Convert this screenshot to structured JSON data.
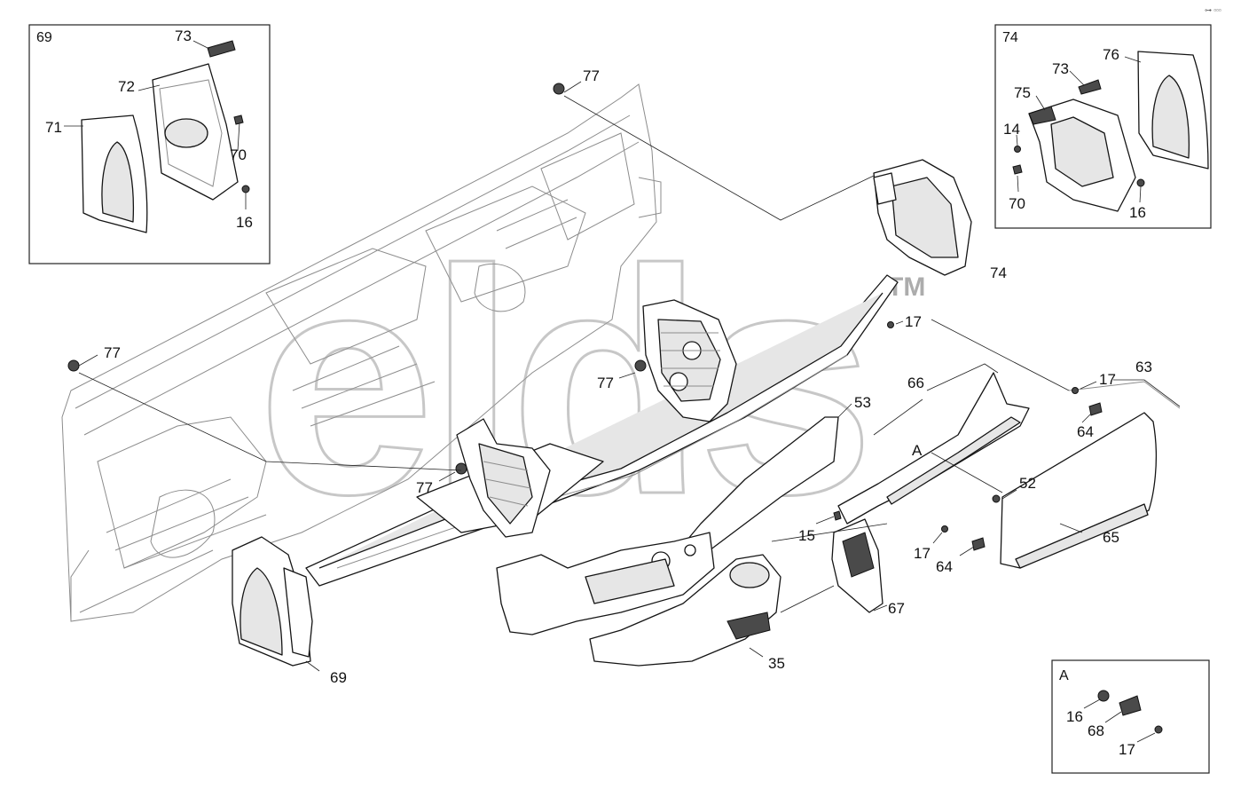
{
  "diagram": {
    "watermark": "elds",
    "watermark_tm": "TM",
    "corner_code": "⊶ ▫▫▫",
    "insets": [
      {
        "id": "inset-69",
        "title": "69"
      },
      {
        "id": "inset-74",
        "title": "74"
      },
      {
        "id": "inset-a",
        "title": "A"
      }
    ],
    "callouts": [
      {
        "id": "c-69-73",
        "text": "73"
      },
      {
        "id": "c-69-72",
        "text": "72"
      },
      {
        "id": "c-69-71",
        "text": "71"
      },
      {
        "id": "c-69-70",
        "text": "70"
      },
      {
        "id": "c-69-16",
        "text": "16"
      },
      {
        "id": "c-74-73",
        "text": "73"
      },
      {
        "id": "c-74-76",
        "text": "76"
      },
      {
        "id": "c-74-75",
        "text": "75"
      },
      {
        "id": "c-74-14",
        "text": "14"
      },
      {
        "id": "c-74-70",
        "text": "70"
      },
      {
        "id": "c-74-16",
        "text": "16"
      },
      {
        "id": "c-77-top",
        "text": "77"
      },
      {
        "id": "c-77-left",
        "text": "77"
      },
      {
        "id": "c-77-mid",
        "text": "77"
      },
      {
        "id": "c-77-low",
        "text": "77"
      },
      {
        "id": "c-74-main",
        "text": "74"
      },
      {
        "id": "c-17-a",
        "text": "17"
      },
      {
        "id": "c-63",
        "text": "63"
      },
      {
        "id": "c-17-b",
        "text": "17"
      },
      {
        "id": "c-66",
        "text": "66"
      },
      {
        "id": "c-53",
        "text": "53"
      },
      {
        "id": "c-64-a",
        "text": "64"
      },
      {
        "id": "c-a-marker",
        "text": "A"
      },
      {
        "id": "c-52",
        "text": "52"
      },
      {
        "id": "c-15",
        "text": "15"
      },
      {
        "id": "c-65",
        "text": "65"
      },
      {
        "id": "c-17-c",
        "text": "17"
      },
      {
        "id": "c-64-b",
        "text": "64"
      },
      {
        "id": "c-67",
        "text": "67"
      },
      {
        "id": "c-35",
        "text": "35"
      },
      {
        "id": "c-69-main",
        "text": "69"
      },
      {
        "id": "c-a-16",
        "text": "16"
      },
      {
        "id": "c-a-68",
        "text": "68"
      },
      {
        "id": "c-a-17",
        "text": "17"
      }
    ]
  }
}
